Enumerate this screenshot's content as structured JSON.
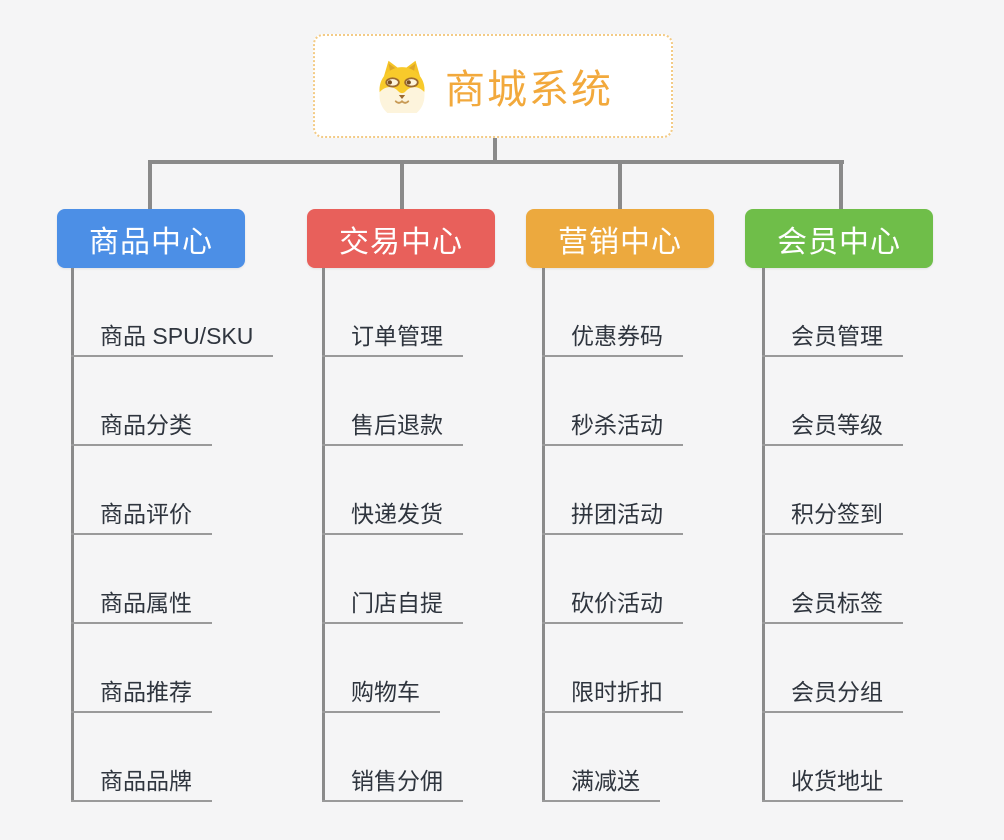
{
  "root": {
    "title": "商城系统",
    "icon": "shiba-dog-icon"
  },
  "branches": [
    {
      "label": "商品中心",
      "color": "#4C8FE6",
      "items": [
        "商品 SPU/SKU",
        "商品分类",
        "商品评价",
        "商品属性",
        "商品推荐",
        "商品品牌"
      ]
    },
    {
      "label": "交易中心",
      "color": "#E8605B",
      "items": [
        "订单管理",
        "售后退款",
        "快递发货",
        "门店自提",
        "购物车",
        "销售分佣"
      ]
    },
    {
      "label": "营销中心",
      "color": "#ECA93E",
      "items": [
        "优惠券码",
        "秒杀活动",
        "拼团活动",
        "砍价活动",
        "限时折扣",
        "满减送"
      ]
    },
    {
      "label": "会员中心",
      "color": "#6FBE49",
      "items": [
        "会员管理",
        "会员等级",
        "积分签到",
        "会员标签",
        "会员分组",
        "收货地址"
      ]
    }
  ],
  "style": {
    "connector_color": "#8A8A8A",
    "leaf_underline_color": "#9A9A9A",
    "leaf_text_color": "#2F353E",
    "root_text_color": "#F2A93C",
    "root_border_color": "#F3CB86",
    "background_color": "#F5F5F6"
  }
}
